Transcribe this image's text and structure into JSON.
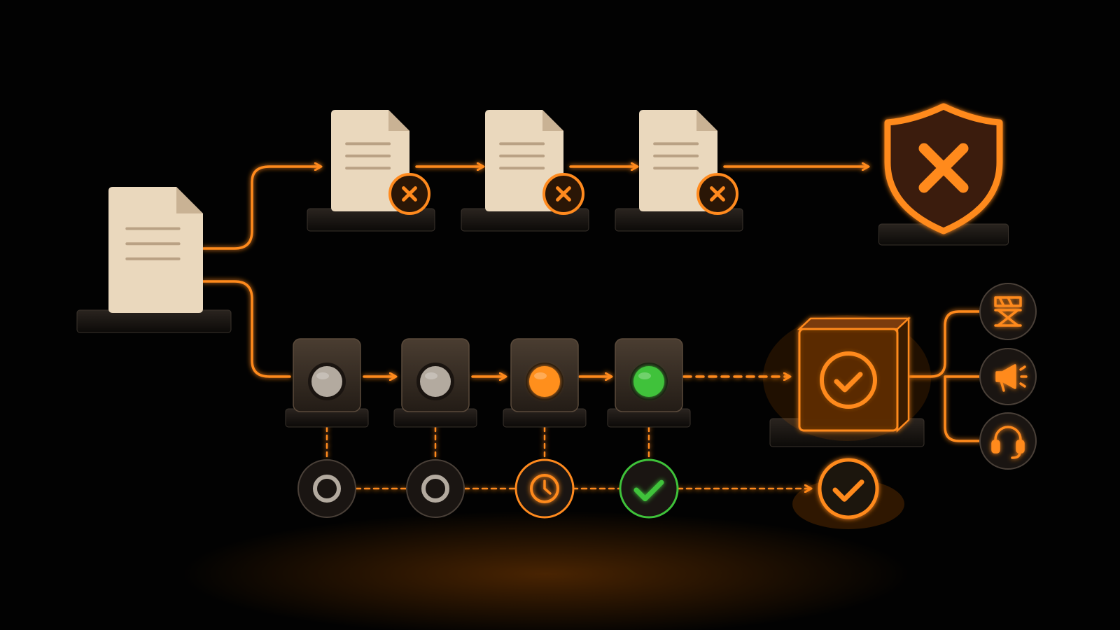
{
  "palette": {
    "background": "#020202",
    "flow": "#ff8a1e",
    "flow_glow": "#ff7a00",
    "paper": "#ead8bd",
    "paper_fold": "#c9b294",
    "paper_line": "#b9a184",
    "pedestal": "#1c1814",
    "block": "#3a3027",
    "dot_idle": "#b3aa9f",
    "dot_active": "#ff8f1f",
    "dot_success": "#3fc23a",
    "shield_fill": "#3a1f0a",
    "cube_fill": "#5a2a05"
  },
  "nodes": {
    "source": {
      "icon": "document-icon"
    },
    "rejected_documents": [
      {
        "icon": "document-icon",
        "badge": "x-icon"
      },
      {
        "icon": "document-icon",
        "badge": "x-icon"
      },
      {
        "icon": "document-icon",
        "badge": "x-icon"
      }
    ],
    "rejection": {
      "icon": "shield-x-icon"
    },
    "stages": [
      {
        "status": "idle",
        "indicator": "circle-icon"
      },
      {
        "status": "idle",
        "indicator": "circle-icon"
      },
      {
        "status": "active",
        "indicator": "clock-icon"
      },
      {
        "status": "success",
        "indicator": "check-icon"
      }
    ],
    "approval": {
      "icon": "check-icon",
      "final_indicator": "check-icon"
    },
    "outputs": [
      {
        "icon": "director-chair-icon"
      },
      {
        "icon": "megaphone-icon"
      },
      {
        "icon": "headset-icon"
      }
    ]
  }
}
